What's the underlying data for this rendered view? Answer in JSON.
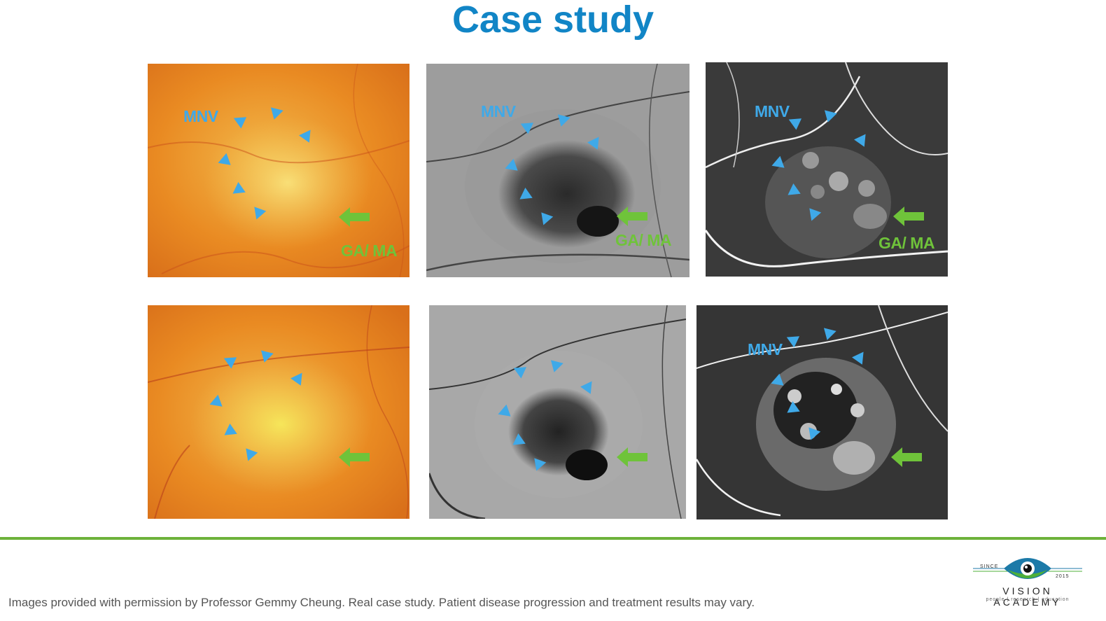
{
  "slide": {
    "title": "Case study",
    "footer": "Images provided with permission by Professor Gemmy Cheung. Real case study. Patient disease progression and treatment results may vary."
  },
  "labels": {
    "mnv": "MNV",
    "ga_ma": "GA/ MA"
  },
  "logo": {
    "since": "SINCE",
    "year": "2015",
    "brand": "VISION ACADEMY",
    "tagline": "people | research | education"
  },
  "colors": {
    "title": "#1185c6",
    "mnv_marker": "#3fa9e8",
    "ga_marker": "#6fc33a",
    "divider": "#6db23a"
  },
  "images": [
    {
      "row": 1,
      "modality": "color-fundus",
      "shows_mnv_label": true,
      "shows_ga_label": true
    },
    {
      "row": 1,
      "modality": "fundus-autofluorescence",
      "shows_mnv_label": true,
      "shows_ga_label": true
    },
    {
      "row": 1,
      "modality": "fluorescein-angiography",
      "shows_mnv_label": true,
      "shows_ga_label": true
    },
    {
      "row": 2,
      "modality": "color-fundus",
      "shows_mnv_label": false,
      "shows_ga_label": false
    },
    {
      "row": 2,
      "modality": "fundus-autofluorescence",
      "shows_mnv_label": false,
      "shows_ga_label": false
    },
    {
      "row": 2,
      "modality": "fluorescein-angiography",
      "shows_mnv_label": true,
      "shows_ga_label": false
    }
  ]
}
